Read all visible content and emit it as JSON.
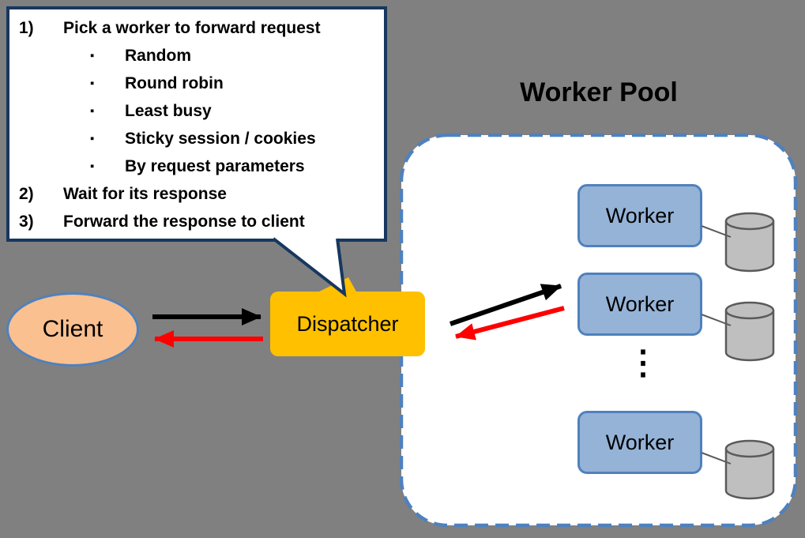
{
  "callout": {
    "bullet": "▪",
    "steps": [
      {
        "number": "1)",
        "text": "Pick a worker to forward request",
        "sub": [
          "Random",
          "Round robin",
          "Least busy",
          "Sticky session / cookies",
          "By request parameters"
        ]
      },
      {
        "number": "2)",
        "text": "Wait for its response"
      },
      {
        "number": "3)",
        "text": "Forward the response to client"
      }
    ]
  },
  "client": {
    "label": "Client"
  },
  "dispatcher": {
    "label": "Dispatcher"
  },
  "worker_pool": {
    "title": "Worker Pool",
    "workers": [
      "Worker",
      "Worker",
      "Worker"
    ],
    "ellipsis": "⋮"
  },
  "colors": {
    "background": "#808080",
    "callout_border": "#17375E",
    "client_fill": "#FAC090",
    "client_border": "#4F81BD",
    "dispatcher_fill": "#FFC000",
    "worker_fill": "#95B3D7",
    "worker_border": "#4F81BD",
    "pool_border": "#4F81BD",
    "cylinder_fill": "#BFBFBF",
    "cylinder_border": "#5A5A5A",
    "arrow_request": "#000000",
    "arrow_response": "#FF0000"
  }
}
